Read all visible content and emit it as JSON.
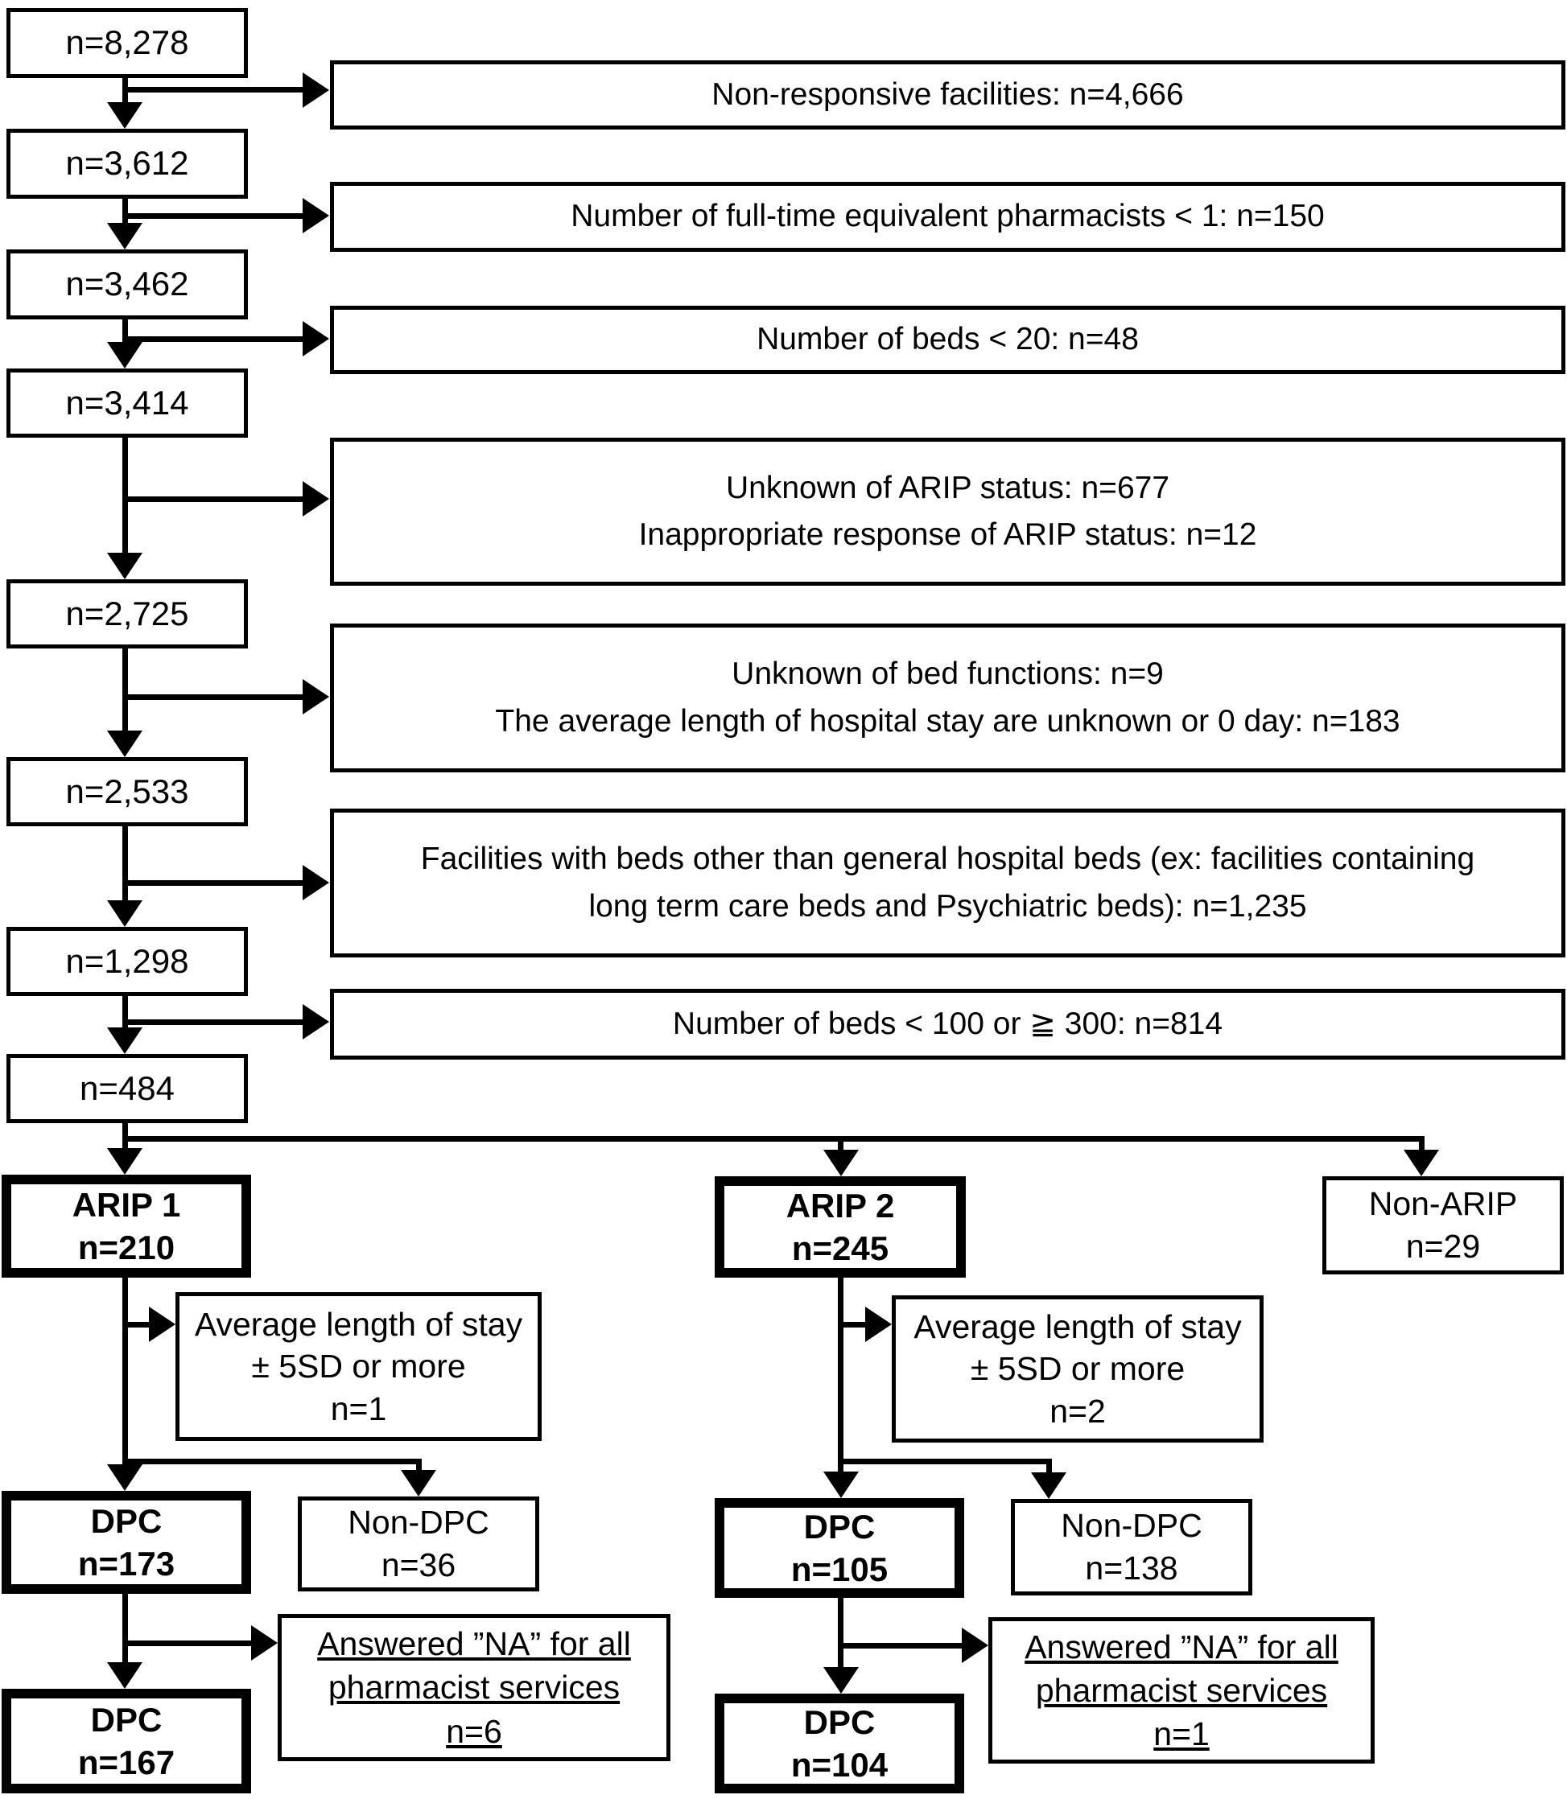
{
  "figure": {
    "type": "facility-selection-flowchart",
    "background_color": "#ffffff",
    "line_color": "#000000",
    "text_color": "#000000"
  },
  "main_chain": [
    {
      "text": "n=8,278"
    },
    {
      "text": "n=3,612"
    },
    {
      "text": "n=3,462"
    },
    {
      "text": "n=3,414"
    },
    {
      "text": "n=2,725"
    },
    {
      "text": "n=2,533"
    },
    {
      "text": "n=1,298"
    },
    {
      "text": "n=484"
    }
  ],
  "exclusions": [
    {
      "text": "Non-responsive facilities: n=4,666"
    },
    {
      "text": "Number of full-time equivalent pharmacists < 1: n=150"
    },
    {
      "text": "Number of beds < 20: n=48"
    },
    {
      "text": "Unknown of ARIP status: n=677\nInappropriate response of ARIP status: n=12"
    },
    {
      "text": "Unknown of bed functions: n=9\nThe average length of hospital stay are unknown or 0 day: n=183"
    },
    {
      "text": "Facilities with beds other than general hospital beds (ex: facilities containing\nlong term care beds and Psychiatric beds): n=1,235"
    },
    {
      "text": "Number of beds < 100 or ≧ 300: n=814"
    }
  ],
  "arm_split": {
    "arip1": {
      "text": "ARIP 1\nn=210"
    },
    "arip2": {
      "text": "ARIP 2\nn=245"
    },
    "non_arip": {
      "text": "Non-ARIP\nn=29"
    }
  },
  "arm1": {
    "als_excluded": {
      "text": "Average length of stay\n± 5SD or more\nn=1"
    },
    "dpc": {
      "text": "DPC\nn=173"
    },
    "non_dpc": {
      "text": "Non-DPC\nn=36"
    },
    "na_excluded": {
      "text": "Answered ”NA” for all\npharmacist services\nn=6"
    },
    "dpc_final": {
      "text": "DPC\nn=167"
    }
  },
  "arm2": {
    "als_excluded": {
      "text": "Average length of stay\n± 5SD or more\nn=2"
    },
    "dpc": {
      "text": "DPC\nn=105"
    },
    "non_dpc": {
      "text": "Non-DPC\nn=138"
    },
    "na_excluded": {
      "text": "Answered ”NA” for all\npharmacist services\nn=1"
    },
    "dpc_final": {
      "text": "DPC\nn=104"
    }
  }
}
